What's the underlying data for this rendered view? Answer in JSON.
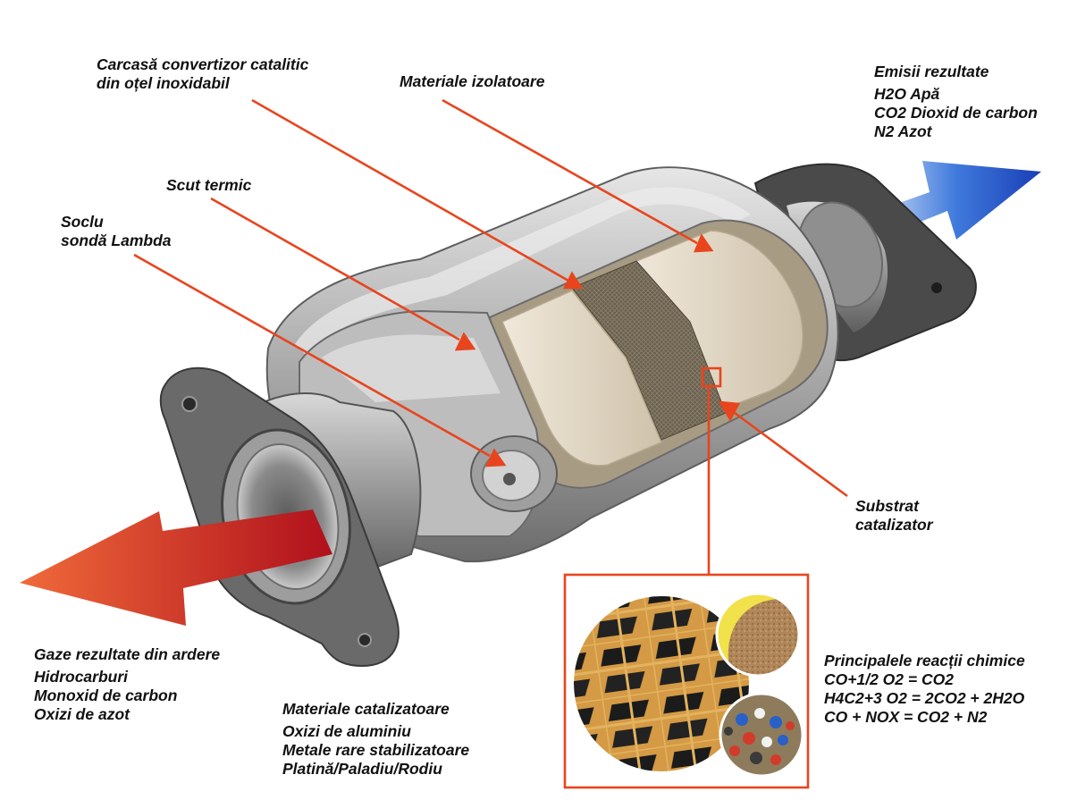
{
  "labels": {
    "carcasa": [
      "Carcasă convertizor catalitic",
      "din oțel inoxidabil"
    ],
    "izolatoare": "Materiale izolatoare",
    "emisii_title": "Emisii rezultate",
    "emisii": [
      "H2O Apă",
      "CO2 Dioxid de carbon",
      "N2 Azot"
    ],
    "scut": "Scut termic",
    "soclu": [
      "Soclu",
      "sondă Lambda"
    ],
    "substrat": [
      "Substrat",
      "catalizator"
    ],
    "gaze_title": "Gaze rezultate din ardere",
    "gaze": [
      "Hidrocarburi",
      "Monoxid de carbon",
      "Oxizi de azot"
    ],
    "catalizatoare_title": "Materiale catalizatoare",
    "catalizatoare": [
      "Oxizi de aluminiu",
      "Metale rare stabilizatoare",
      "Platină/Paladiu/Rodiu"
    ],
    "reactii_title": "Principalele reacții chimice",
    "reactii": [
      "CO+1/2 O2 = CO2",
      "H4C2+3 O2 = 2CO2 + 2H2O",
      "CO + NOX = CO2 + N2"
    ]
  },
  "colors": {
    "leader": "#e8451e",
    "inlet_arrow": "#c01818",
    "outlet_arrow": "#1a4fd0",
    "steel": "#b5b5b5",
    "ceramic": "#e4d8c4",
    "mesh": "#6f6555"
  }
}
